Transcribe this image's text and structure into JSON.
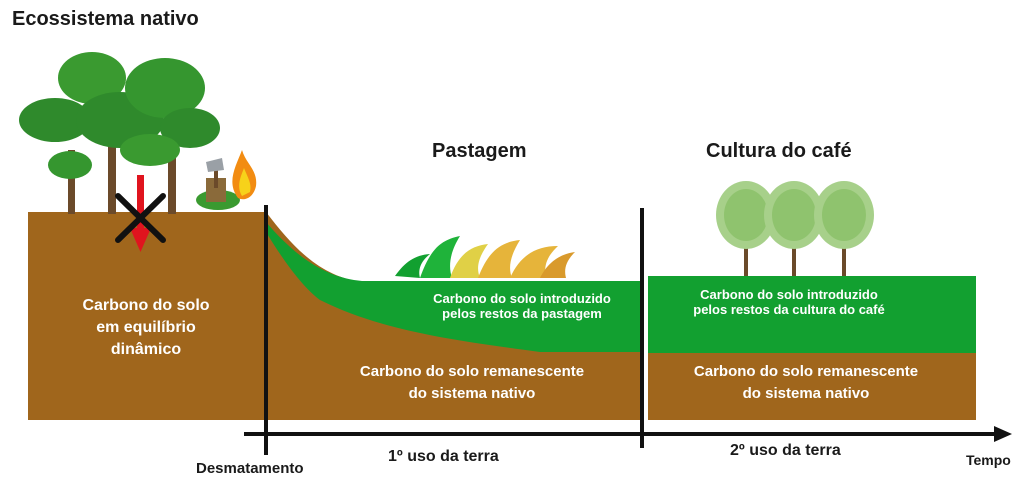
{
  "title": "Ecossistema nativo",
  "sections": {
    "pastagem": "Pastagem",
    "cafe": "Cultura do café"
  },
  "soil": {
    "native_line1": "Carbono do solo",
    "native_line2": "em equilíbrio",
    "native_line3": "dinâmico",
    "pasture_intro_line1": "Carbono do solo introduzido",
    "pasture_intro_line2": "pelos restos da pastagem",
    "coffee_intro_line1": "Carbono do solo introduzido",
    "coffee_intro_line2": "pelos restos da cultura do café",
    "remnant_pasture_line1": "Carbono do solo remanescente",
    "remnant_pasture_line2": "do sistema nativo",
    "remnant_coffee_line1": "Carbono do solo remanescente",
    "remnant_coffee_line2": "do sistema nativo"
  },
  "axis": {
    "deforestation": "Desmatamento",
    "first_use": "1º uso da terra",
    "second_use": "2º uso da terra",
    "time": "Tempo"
  },
  "colors": {
    "soil_brown": "#a0661c",
    "grass_green": "#12a030",
    "forest_green": "#2f8a2c",
    "text_dark": "#1a1a1a",
    "text_white": "#ffffff"
  },
  "icons": [
    "tree-icon",
    "arrow-down-icon",
    "cross-icon",
    "axe-stump-icon",
    "fire-icon",
    "grass-icon",
    "coffee-plant-icon"
  ]
}
